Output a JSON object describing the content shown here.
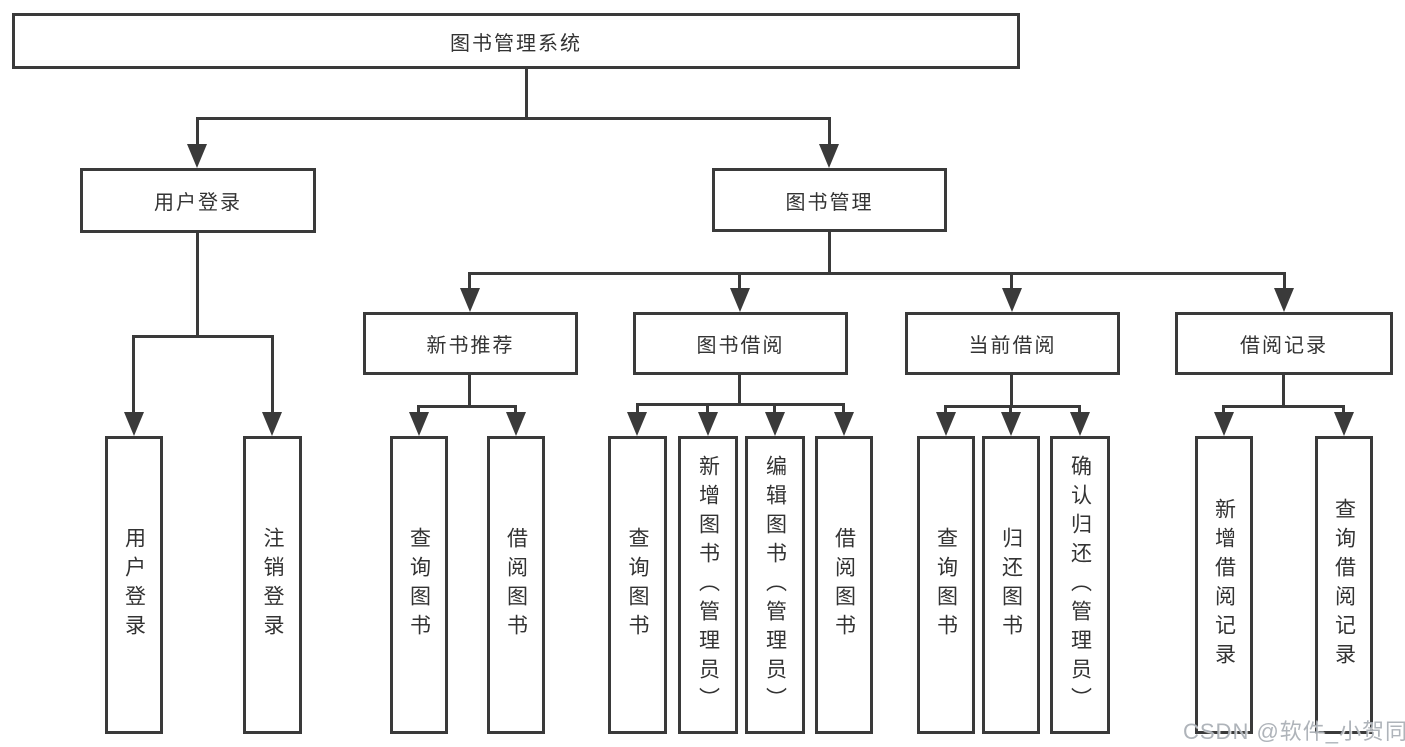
{
  "diagram": {
    "root": {
      "label": "图书管理系统"
    },
    "branches": [
      {
        "label": "用户登录",
        "children": [
          {
            "label": "用户登录"
          },
          {
            "label": "注销登录"
          }
        ]
      },
      {
        "label": "图书管理",
        "children": [
          {
            "label": "新书推荐",
            "children": [
              {
                "label": "查询图书"
              },
              {
                "label": "借阅图书"
              }
            ]
          },
          {
            "label": "图书借阅",
            "children": [
              {
                "label": "查询图书"
              },
              {
                "label": "新增图书（管理员）"
              },
              {
                "label": "编辑图书（管理员）"
              },
              {
                "label": "借阅图书"
              }
            ]
          },
          {
            "label": "当前借阅",
            "children": [
              {
                "label": "查询图书"
              },
              {
                "label": "归还图书"
              },
              {
                "label": "确认归还（管理员）"
              }
            ]
          },
          {
            "label": "借阅记录",
            "children": [
              {
                "label": "新增借阅记录"
              },
              {
                "label": "查询借阅记录"
              }
            ]
          }
        ]
      }
    ],
    "watermark": "CSDN @软件_小贺同学",
    "colors": {
      "line": "#3a3a3a",
      "box_fill": "#ffffff",
      "text": "#333333",
      "watermark": "#a8aeb4"
    }
  }
}
